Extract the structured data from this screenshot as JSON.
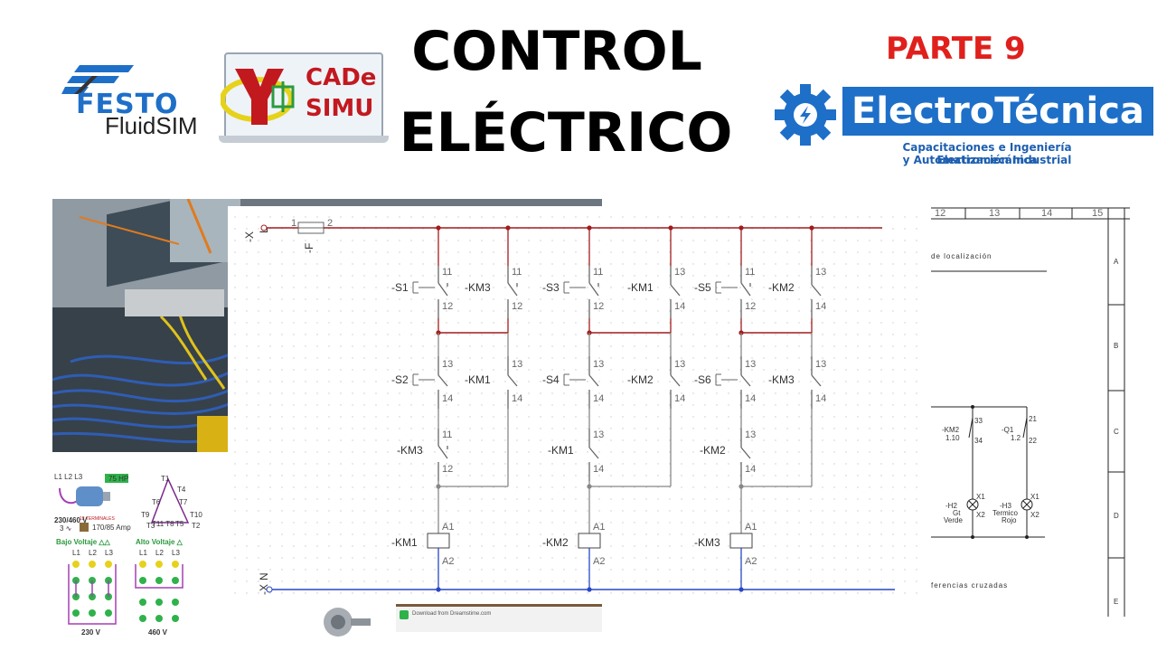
{
  "logos": {
    "festo_word": "FESTO",
    "festo_sub": "FluidSIM",
    "cade_line1": "CADe",
    "cade_line2": "SIMU",
    "electrotecnica_name": "ElectroTécnica",
    "electrotecnica_tag1": "Capacitaciones e Ingeniería Electromecánica",
    "electrotecnica_tag2": "y Automatización Industrial"
  },
  "header": {
    "title_line1": "CONTROL",
    "title_line2": "ELÉCTRICO",
    "part": "PARTE 9"
  },
  "diagram": {
    "top_terminal": "-X",
    "top_terminal_pin": "L",
    "fuse": "-F",
    "fuse_pin1": "1",
    "fuse_pin2": "2",
    "bottom_terminal": "-X",
    "bottom_terminal_pin": "N",
    "groups": [
      {
        "stop": "-S1",
        "start": "-S2",
        "interlock_top": "-KM3",
        "hold": "-KM1",
        "interlock_bottom": "-KM3",
        "coil": "-KM1",
        "it_n1": "11",
        "it_n2": "12",
        "hold_n1": "13",
        "hold_n2": "14",
        "ib_n1": "11",
        "ib_n2": "12"
      },
      {
        "stop": "-S3",
        "start": "-S4",
        "interlock_top": "-KM1",
        "hold": "-KM2",
        "interlock_bottom": "-KM1",
        "coil": "-KM2",
        "it_n1": "13",
        "it_n2": "14",
        "hold_n1": "13",
        "hold_n2": "14",
        "ib_n1": "13",
        "ib_n2": "14"
      },
      {
        "stop": "-S5",
        "start": "-S6",
        "interlock_top": "-KM2",
        "hold": "-KM3",
        "interlock_bottom": "-KM2",
        "coil": "-KM3",
        "it_n1": "13",
        "it_n2": "14",
        "hold_n1": "13",
        "hold_n2": "14",
        "ib_n1": "13",
        "ib_n2": "14"
      }
    ],
    "stop_n1": "11",
    "stop_n2": "12",
    "start_n1": "13",
    "start_n2": "14",
    "coil_a1": "A1",
    "coil_a2": "A2"
  },
  "right_sheet": {
    "cols": [
      "12",
      "13",
      "14",
      "15"
    ],
    "rows": [
      "A",
      "B",
      "C",
      "D",
      "E"
    ],
    "loc_label": "de localización",
    "ref_label": "ferencias cruzadas",
    "km2_contact": "-KM2",
    "km2_pins": [
      "33",
      "34"
    ],
    "km2_ref": "1.10",
    "q1_contact": "-Q1",
    "q1_pins": [
      "21",
      "22"
    ],
    "q1_ref": "1.2",
    "h2_lamp": "-H2",
    "h2_desc1": "Gt",
    "h2_desc2": "Verde",
    "h2_pins": [
      "X1",
      "X2"
    ],
    "h3_lamp": "-H3",
    "h3_desc1": "Termico",
    "h3_desc2": "Rojo",
    "h3_pins": [
      "X1",
      "X2"
    ]
  },
  "motor_card": {
    "lines": "L1 L2 L3",
    "hp": "75 HP",
    "terminals": "12 TERMINALES",
    "voltage": "230/460 V",
    "phase": "3 ∿",
    "amps": "170/85 Amp",
    "low_voltage": "Bajo Voltaje △△",
    "high_voltage": "Alto Voltaje △",
    "l_labels": [
      "L1",
      "L2",
      "L3"
    ],
    "v230": "230 V",
    "v460": "460 V",
    "delta_top": "T1",
    "delta_left": "T3",
    "delta_right": "T2",
    "delta_bottom": "T11 T8",
    "delta_bottom_r": "T5",
    "delta_t9": "T9",
    "delta_t4": "T4",
    "delta_t10": "T10",
    "delta_t6": "T6",
    "delta_t7": "T7"
  },
  "overlays": {
    "download_text": "Download from Dreamstime.com"
  },
  "colors": {
    "power_line": "#a11d1d",
    "neutral_line": "#2747c4",
    "wire": "#888888",
    "brand_blue": "#1e6fc8",
    "accent_red": "#e0201c"
  }
}
